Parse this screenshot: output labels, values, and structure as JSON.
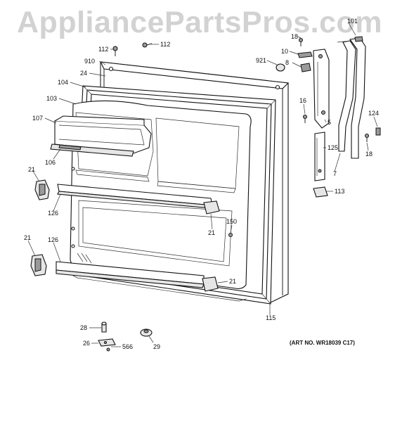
{
  "watermark": "AppliancePartsPros.com",
  "art_number": "(ART NO. WR18039 C17)",
  "callouts": {
    "c18a": "18",
    "c101": "101",
    "c112a": "112",
    "c112b": "112",
    "c10": "10",
    "c910": "910",
    "c921": "921",
    "c8": "8",
    "c24": "24",
    "c104": "104",
    "c103": "103",
    "c16": "16",
    "c107": "107",
    "c124": "124",
    "c5": "5",
    "c125": "125",
    "c106": "106",
    "c18b": "18",
    "c7": "7",
    "c21a": "21",
    "c113": "113",
    "c126a": "126",
    "c21b": "21",
    "c150": "150",
    "c21c": "21",
    "c126b": "126",
    "c21d": "21",
    "c115": "115",
    "c28": "28",
    "c26": "26",
    "c566": "566",
    "c29": "29"
  }
}
